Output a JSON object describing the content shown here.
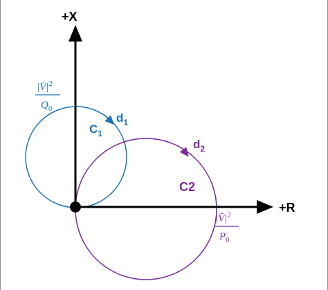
{
  "axes": {
    "y_label": "+X",
    "x_label": "+R"
  },
  "circle_c1": {
    "label": "C",
    "subscript": "1",
    "direction_label": "d",
    "direction_subscript": "1",
    "color": "#1b75b8"
  },
  "circle_c2": {
    "label": "C2",
    "direction_label": "d",
    "direction_subscript": "2",
    "color": "#7b2f9e"
  },
  "fraction_q": {
    "numerator": "|V̄|",
    "exponent": "2",
    "denominator": "Q",
    "denominator_subscript": "0",
    "color": "#1b75b8"
  },
  "fraction_p": {
    "numerator": "|V̄|",
    "exponent": "2",
    "denominator": "P",
    "denominator_subscript": "0",
    "color": "#7b2f9e"
  },
  "colors": {
    "axis": "#000000",
    "blue": "#1b75b8",
    "purple": "#7b2f9e"
  }
}
